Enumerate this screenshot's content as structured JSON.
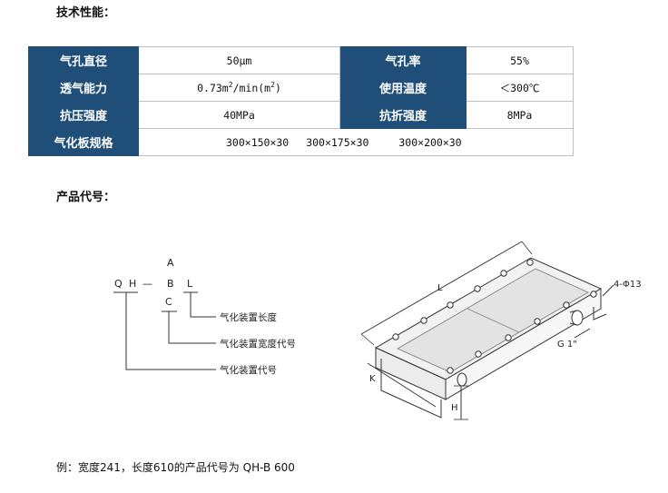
{
  "headings": {
    "tech": "技术性能：",
    "code": "产品代号："
  },
  "spec": {
    "pore_label": "气孔直径",
    "pore_value": "50μm",
    "porosity_label": "气孔率",
    "porosity_value": "55%",
    "perm_label": "透气能力",
    "perm_value_a": "0.73m",
    "perm_sup_a": "2",
    "perm_value_b": "/min(m",
    "perm_sup_b": "2",
    "perm_value_c": ")",
    "temp_label": "使用温度",
    "temp_value": "＜300℃",
    "comp_label": "抗压强度",
    "comp_value": "40MPa",
    "flex_label": "抗折强度",
    "flex_value": "8MPa",
    "size_label": "气化板规格",
    "sizes": [
      "300×150×30",
      "300×175×30",
      "300×200×30"
    ]
  },
  "code_diagram": {
    "letter_q": "Q",
    "letter_h": "H",
    "dash": "—",
    "letter_a": "A",
    "letter_b": "B",
    "letter_l": "L",
    "letter_c": "C",
    "label_length": "气化装置长度",
    "label_width": "气化装置宽度代号",
    "label_code": "气化装置代号"
  },
  "drawing": {
    "dim_l": "L",
    "dim_k": "K",
    "dim_h": "H",
    "dim_holes": "4-Φ13",
    "dim_pipe": "G 1\""
  },
  "example": "例：宽度241，长度610的产品代号为   QH-B 600"
}
